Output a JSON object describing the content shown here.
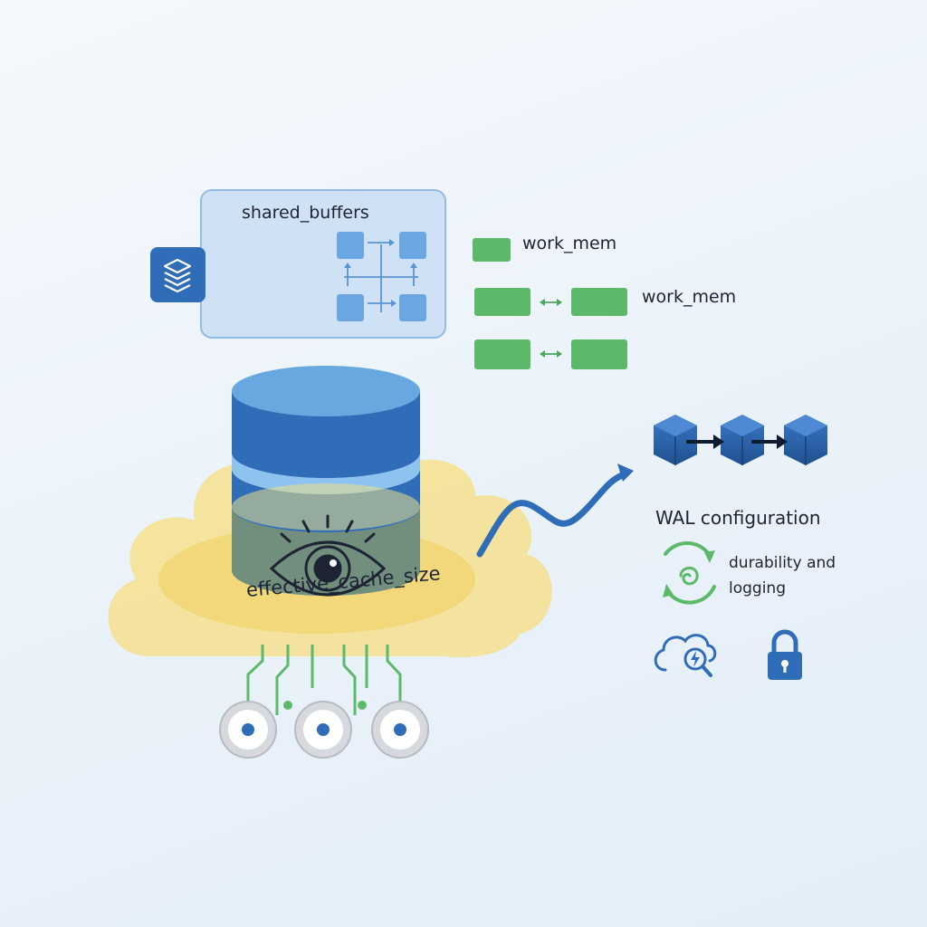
{
  "labels": {
    "shared_buffers": "shared_buffers",
    "work_mem_1": "work_mem",
    "work_mem_2": "work_mem",
    "wal_configuration": "WAL configuration",
    "durability": "durability and logging",
    "effective_cache_size": "effective_cache_size"
  },
  "icons": {
    "stack": "database-stack-icon",
    "eye": "eye-icon",
    "cloud_search": "cloud-search-icon",
    "lock": "padlock-icon",
    "recycle": "recycle-icon",
    "wal_blocks": "cube-chain-icon"
  },
  "colors": {
    "primary_blue": "#2f6db8",
    "light_blue": "#5d9fe0",
    "green": "#5cb96a",
    "cloud_yellow": "#f6e08e",
    "navy": "#1f4f8f"
  }
}
